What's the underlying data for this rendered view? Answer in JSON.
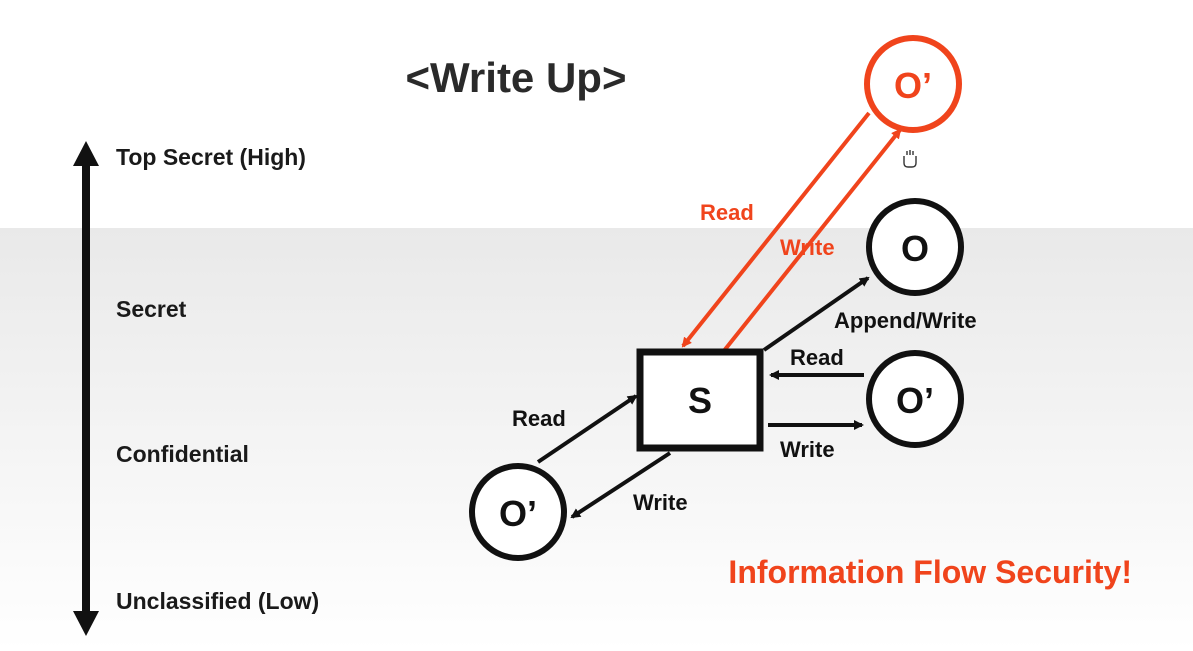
{
  "title": "<Write Up>",
  "levels": {
    "top": "Top Secret (High)",
    "secret": "Secret",
    "confidential": "Confidential",
    "bottom": "Unclassified (Low)"
  },
  "nodes": {
    "subject": "S",
    "object_top_secret": "O’",
    "object_secret": "O",
    "object_same_level": "O’",
    "object_low": "O’"
  },
  "edges": {
    "top_read": "Read",
    "top_write": "Write",
    "append_write": "Append/Write",
    "same_read": "Read",
    "same_write": "Write",
    "low_read": "Read",
    "low_write": "Write"
  },
  "banner": "Information Flow Security!",
  "colors": {
    "accent": "#f0441c",
    "ink": "#111111",
    "band": "#ececec"
  }
}
